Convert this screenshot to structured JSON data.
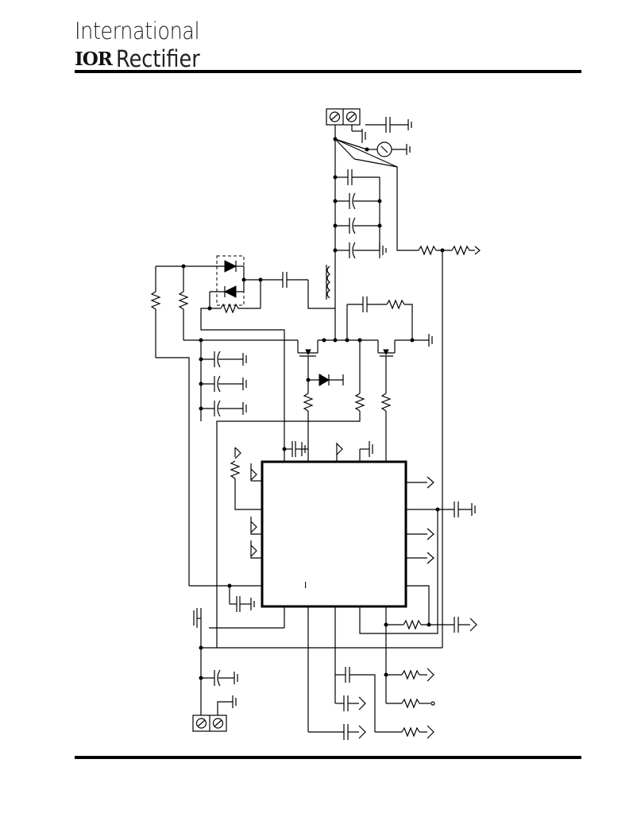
{
  "header": {
    "brand_line1": "International",
    "brand_logo": "IOR",
    "brand_line2": "Rectifier"
  },
  "diagram": {
    "ic_pin_mark": "I"
  }
}
